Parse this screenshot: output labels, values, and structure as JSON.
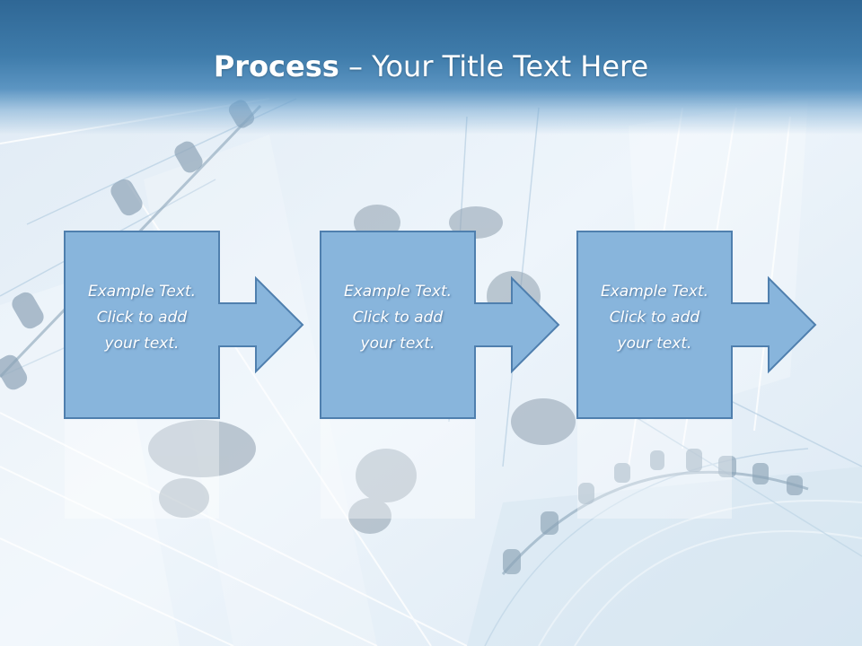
{
  "slide": {
    "title_bold": "Process",
    "title_rest": " – Your Title Text Here"
  },
  "steps": [
    {
      "text": "Example Text.\nClick  to add\nyour text."
    },
    {
      "text": "Example Text.\nClick  to add\nyour text."
    },
    {
      "text": "Example Text.\nClick  to add\nyour text."
    }
  ],
  "colors": {
    "header_dark": "#2f6795",
    "shape_fill": "#88b5dc",
    "shape_stroke": "#4f7fae",
    "text": "#ffffff"
  }
}
